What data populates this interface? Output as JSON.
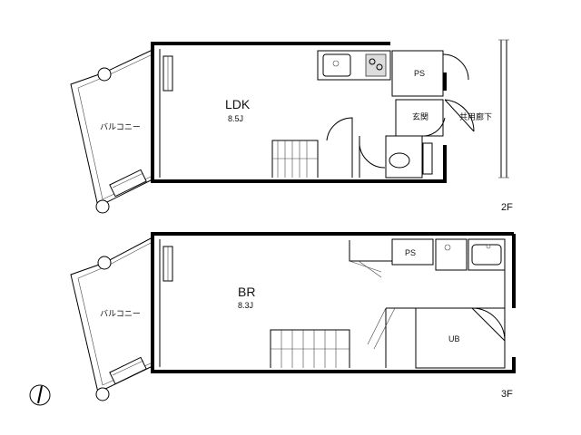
{
  "floor2": {
    "room_name": "LDK",
    "room_size": "8.5J",
    "balcony": "バルコニー",
    "ps": "PS",
    "entrance": "玄関",
    "corridor": "共用廊下",
    "floor_label": "2F"
  },
  "floor3": {
    "room_name": "BR",
    "room_size": "8.3J",
    "balcony": "バルコニー",
    "ps": "PS",
    "bath": "UB",
    "floor_label": "3F"
  },
  "compass": {
    "icon": "north-arrow-icon"
  }
}
